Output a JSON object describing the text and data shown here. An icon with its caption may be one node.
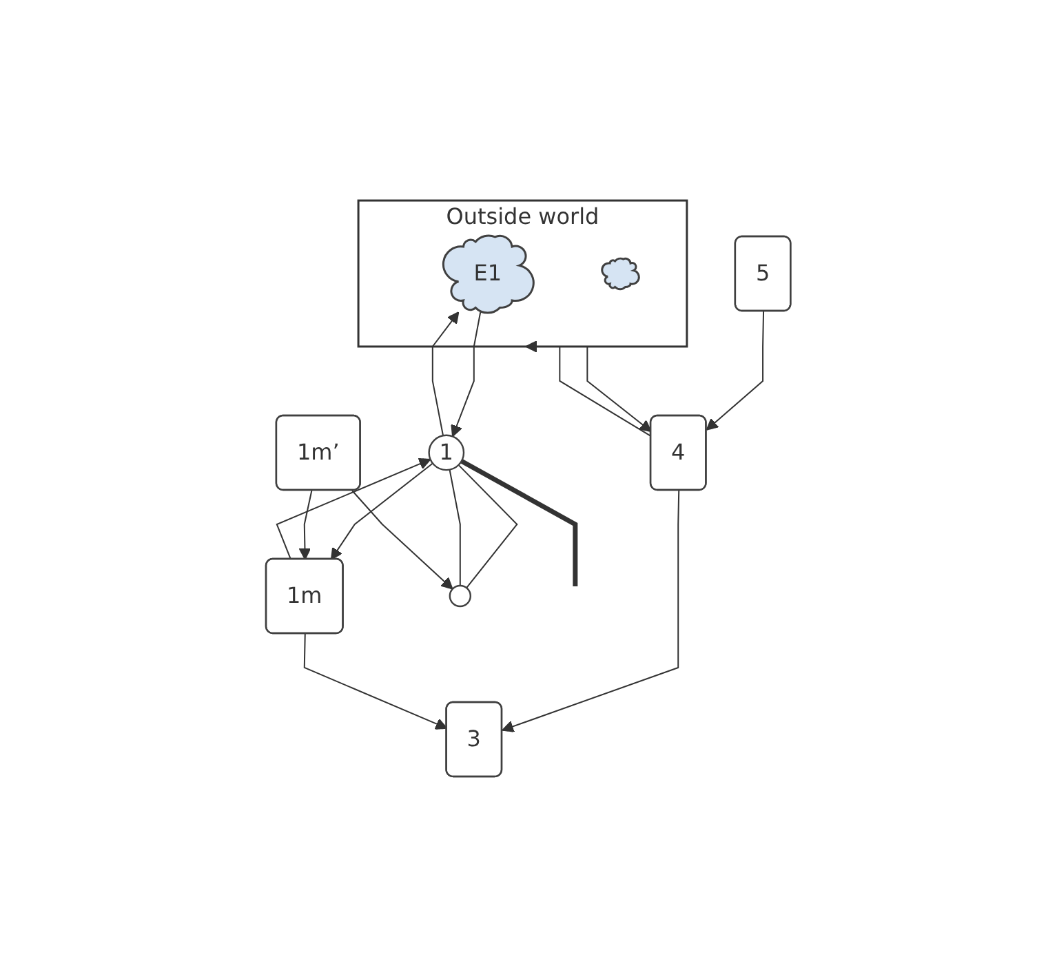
{
  "diagram": {
    "nodes": [
      {
        "text": [
          "Outside world"
        ]
      },
      {
        "text": [
          "E1"
        ],
        "in": 0
      },
      {
        "text": [],
        "shape": "cloud",
        "in": 0
      },
      {
        "text": [
          "5"
        ]
      },
      {
        "text": [
          "4"
        ]
      },
      {
        "text": [
          "3"
        ]
      },
      {
        "text": [
          "1"
        ]
      },
      {
        "text": [
          "1m"
        ]
      },
      {
        "text": [],
        "shape": "circle"
      },
      {
        "text": [
          "1m’"
        ]
      }
    ],
    "edges": [
      {
        "from": 3,
        "to": 4,
        "arrow": "to"
      },
      {
        "from": 4,
        "to": 0,
        "arrow": "to"
      },
      {
        "from": 0,
        "to": 4,
        "arrow": "to"
      },
      {
        "from": 4,
        "to": 5,
        "arrow": "to"
      },
      {
        "from": 7,
        "to": 5,
        "arrow": "to"
      },
      {
        "from": 1,
        "to": 6,
        "arrow": "to"
      },
      {
        "from": 6,
        "to": 1,
        "arrow": "to"
      },
      {
        "from": 7,
        "to": 6,
        "arrow": "to"
      },
      {
        "from": 6,
        "to": 7,
        "arrow": "to"
      },
      {
        "from": 6,
        "to": null,
        "arrow": "none",
        "style": "thick"
      },
      {
        "from": 9,
        "to": 7,
        "arrow": "to"
      },
      {
        "from": 6,
        "to": 8,
        "arrow": "none"
      },
      {
        "from": 6,
        "to": 8,
        "arrow": "none"
      },
      {
        "from": 9,
        "to": 8,
        "arrow": "to"
      }
    ]
  }
}
